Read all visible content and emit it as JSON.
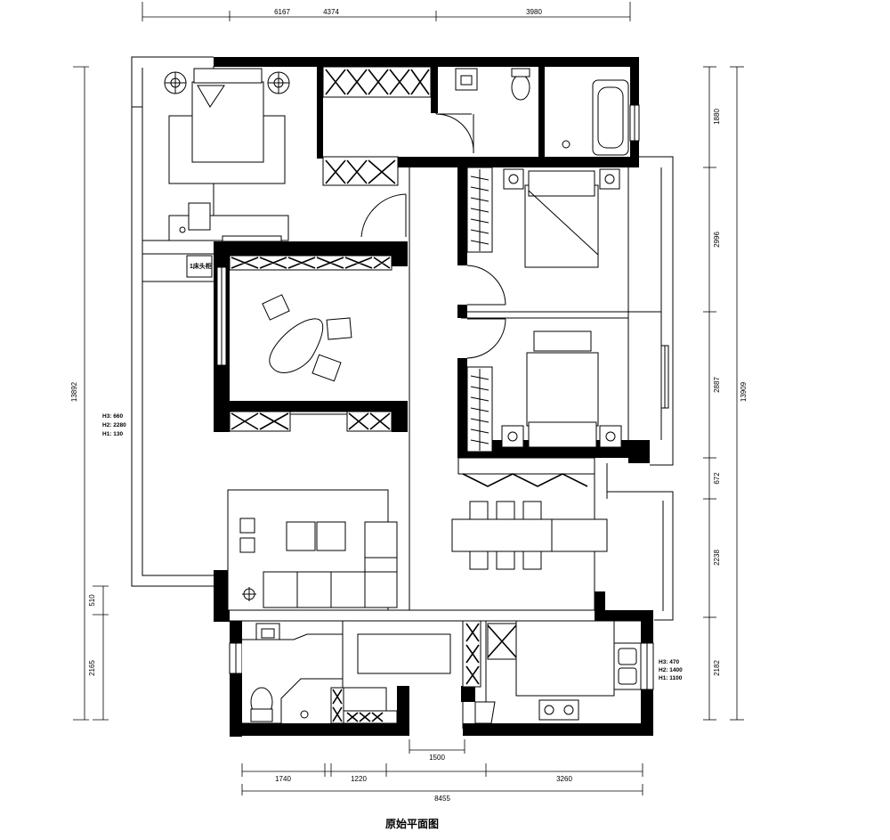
{
  "caption": "原始平面图",
  "dimensions": {
    "top": [
      "6167",
      "4374",
      "3980"
    ],
    "left_total": "13892",
    "left_parts": [
      "510",
      "2165"
    ],
    "right_total": "13909",
    "right_parts": [
      "1880",
      "2996",
      "2887",
      "672",
      "2238",
      "2182"
    ],
    "bottom_parts": [
      "1740",
      "1220",
      "3260"
    ],
    "bottom_total": "8455",
    "bottom_center": "1500"
  },
  "notes": {
    "left_heights": [
      "H3: 660",
      "H2: 2280",
      "H1: 130"
    ],
    "right_heights": [
      "H3: 470",
      "H2: 1400",
      "H1: 1100"
    ]
  },
  "room_labels": {
    "desk_label": "1床头柜"
  }
}
